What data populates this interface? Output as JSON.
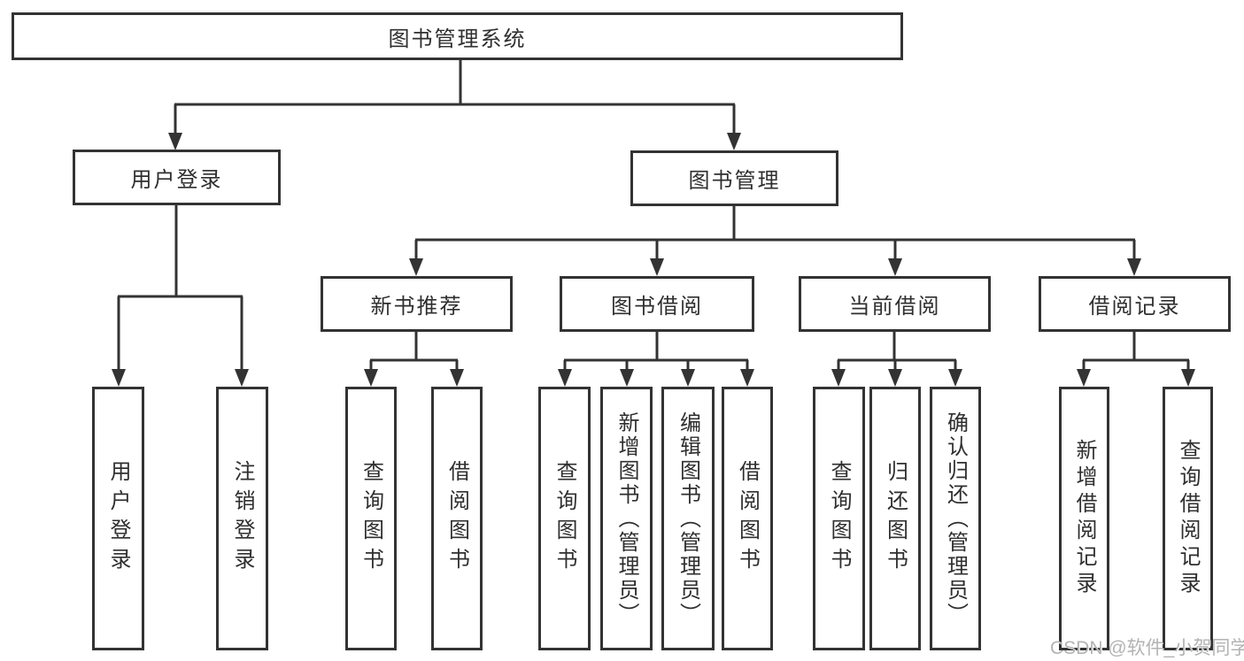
{
  "diagram": {
    "root": {
      "label": "图书管理系统"
    },
    "level2": [
      {
        "label": "用户登录"
      },
      {
        "label": "图书管理"
      }
    ],
    "level3": [
      {
        "label": "新书推荐"
      },
      {
        "label": "图书借阅"
      },
      {
        "label": "当前借阅"
      },
      {
        "label": "借阅记录"
      }
    ],
    "leaves": {
      "user_login": [
        {
          "label": "用户登录"
        },
        {
          "label": "注销登录"
        }
      ],
      "new_books": [
        {
          "label": "查询图书"
        },
        {
          "label": "借阅图书"
        }
      ],
      "book_borrow": [
        {
          "label": "查询图书"
        },
        {
          "label": "新增图书（管理员）"
        },
        {
          "label": "编辑图书（管理员）"
        },
        {
          "label": "借阅图书"
        }
      ],
      "current_borrow": [
        {
          "label": "查询图书"
        },
        {
          "label": "归还图书"
        },
        {
          "label": "确认归还（管理员）"
        }
      ],
      "borrow_records": [
        {
          "label": "新增借阅记录"
        },
        {
          "label": "查询借阅记录"
        }
      ]
    }
  },
  "watermark": {
    "text": "CSDN @软件_小贺同学"
  },
  "colors": {
    "line": "#333333",
    "box_border": "#333333",
    "box_fill": "#ffffff",
    "text": "#2f2f2f",
    "watermark": "#b3b3b3",
    "background": "#ffffff"
  }
}
